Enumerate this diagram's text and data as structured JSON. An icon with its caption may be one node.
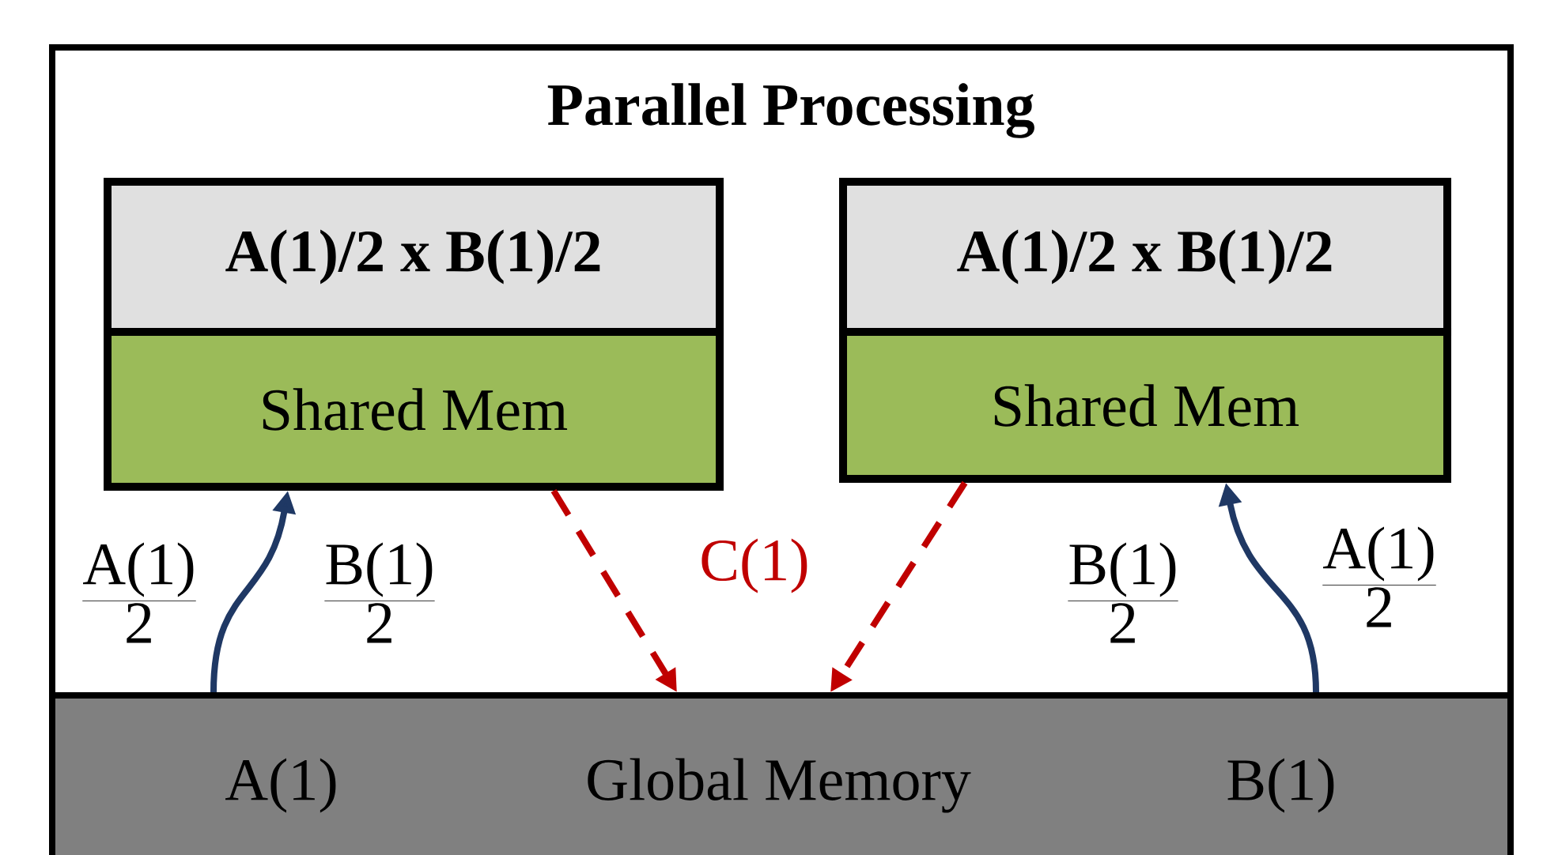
{
  "diagram": {
    "nodes": [
      {
        "text": [
          "Parallel Processing"
        ]
      },
      {
        "text": [
          "A(1)/2 x B(1)/2"
        ],
        "in": 0
      },
      {
        "text": [
          "Shared Mem"
        ],
        "in": 0
      },
      {
        "text": [
          "A(1)/2 x B(1)/2"
        ],
        "in": 0
      },
      {
        "text": [
          "Shared Mem"
        ],
        "in": 0
      },
      {
        "text": [
          "A(1)",
          "Global Memory",
          "B(1)"
        ],
        "in": 0
      }
    ],
    "edges": [
      {
        "from": 5,
        "to": 2,
        "arrow": "to",
        "color": "#1f3864"
      },
      {
        "from": 2,
        "to": 5,
        "arrow": "to",
        "style": "dashed",
        "color": "#c00000"
      },
      {
        "from": 4,
        "to": 5,
        "arrow": "to",
        "style": "dashed",
        "color": "#c00000"
      },
      {
        "from": 5,
        "to": 4,
        "arrow": "to",
        "color": "#1f3864"
      }
    ],
    "labels": [
      "\\frac{\\mbox{A(1)}}{\\mbox{2}}",
      "\\frac{\\mbox{B(1)}}{\\mbox{2}}",
      "C(1)",
      "\\frac{\\mbox{B(1)}}{\\mbox{2}}",
      "\\frac{\\mbox{A(1)}}{\\mbox{2}}"
    ]
  }
}
